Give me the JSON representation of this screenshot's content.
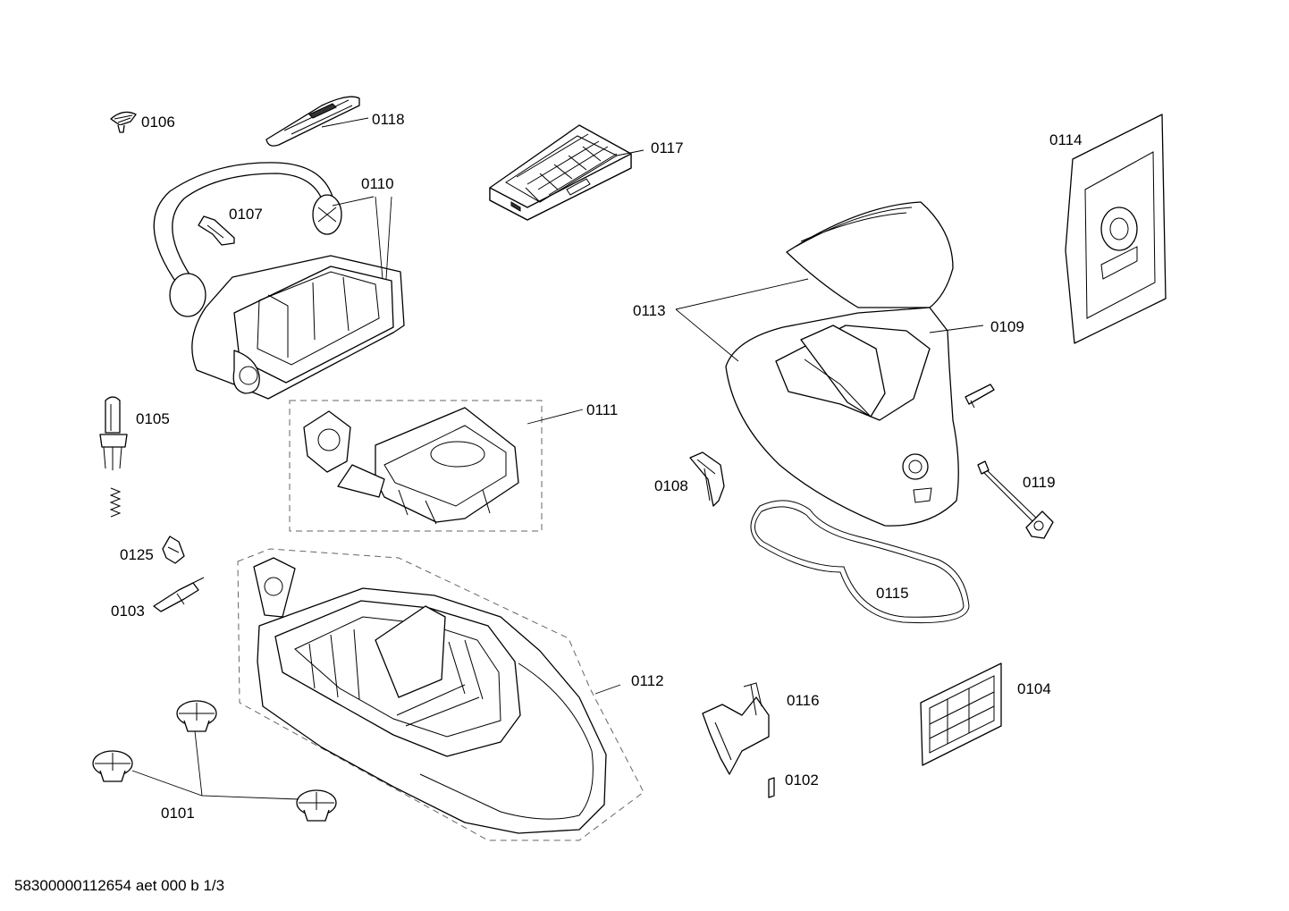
{
  "parts": [
    {
      "id": "0101",
      "label": "0101"
    },
    {
      "id": "0102",
      "label": "0102"
    },
    {
      "id": "0103",
      "label": "0103"
    },
    {
      "id": "0104",
      "label": "0104"
    },
    {
      "id": "0105",
      "label": "0105"
    },
    {
      "id": "0106",
      "label": "0106"
    },
    {
      "id": "0107",
      "label": "0107"
    },
    {
      "id": "0108",
      "label": "0108"
    },
    {
      "id": "0109",
      "label": "0109"
    },
    {
      "id": "0110",
      "label": "0110"
    },
    {
      "id": "0111",
      "label": "0111"
    },
    {
      "id": "0112",
      "label": "0112"
    },
    {
      "id": "0113",
      "label": "0113"
    },
    {
      "id": "0114",
      "label": "0114"
    },
    {
      "id": "0115",
      "label": "0115"
    },
    {
      "id": "0116",
      "label": "0116"
    },
    {
      "id": "0117",
      "label": "0117"
    },
    {
      "id": "0118",
      "label": "0118"
    },
    {
      "id": "0119",
      "label": "0119"
    },
    {
      "id": "0125",
      "label": "0125"
    }
  ],
  "footer": "58300000112654 aet 000 b 1/3"
}
